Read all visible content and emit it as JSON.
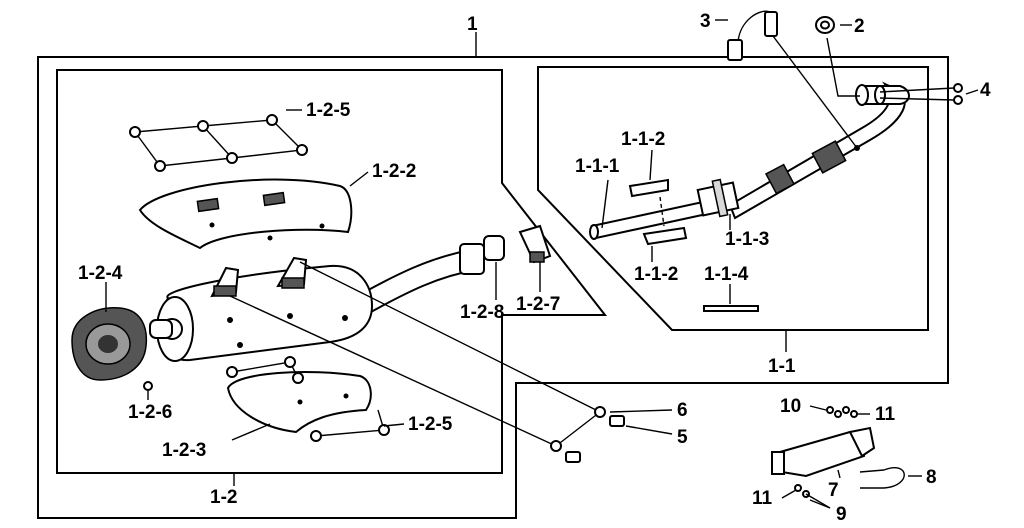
{
  "labels": {
    "l1": "1",
    "l2": "2",
    "l3": "3",
    "l4": "4",
    "l5": "5",
    "l6": "6",
    "l7": "7",
    "l8": "8",
    "l9": "9",
    "l10": "10",
    "l11a": "11",
    "l11b": "11",
    "l1_1": "1-1",
    "l1_1_1": "1-1-1",
    "l1_1_2a": "1-1-2",
    "l1_1_2b": "1-1-2",
    "l1_1_3": "1-1-3",
    "l1_1_4": "1-1-4",
    "l1_2": "1-2",
    "l1_2_2": "1-2-2",
    "l1_2_3": "1-2-3",
    "l1_2_4": "1-2-4",
    "l1_2_5a": "1-2-5",
    "l1_2_5b": "1-2-5",
    "l1_2_6": "1-2-6",
    "l1_2_7": "1-2-7",
    "l1_2_8": "1-2-8"
  }
}
